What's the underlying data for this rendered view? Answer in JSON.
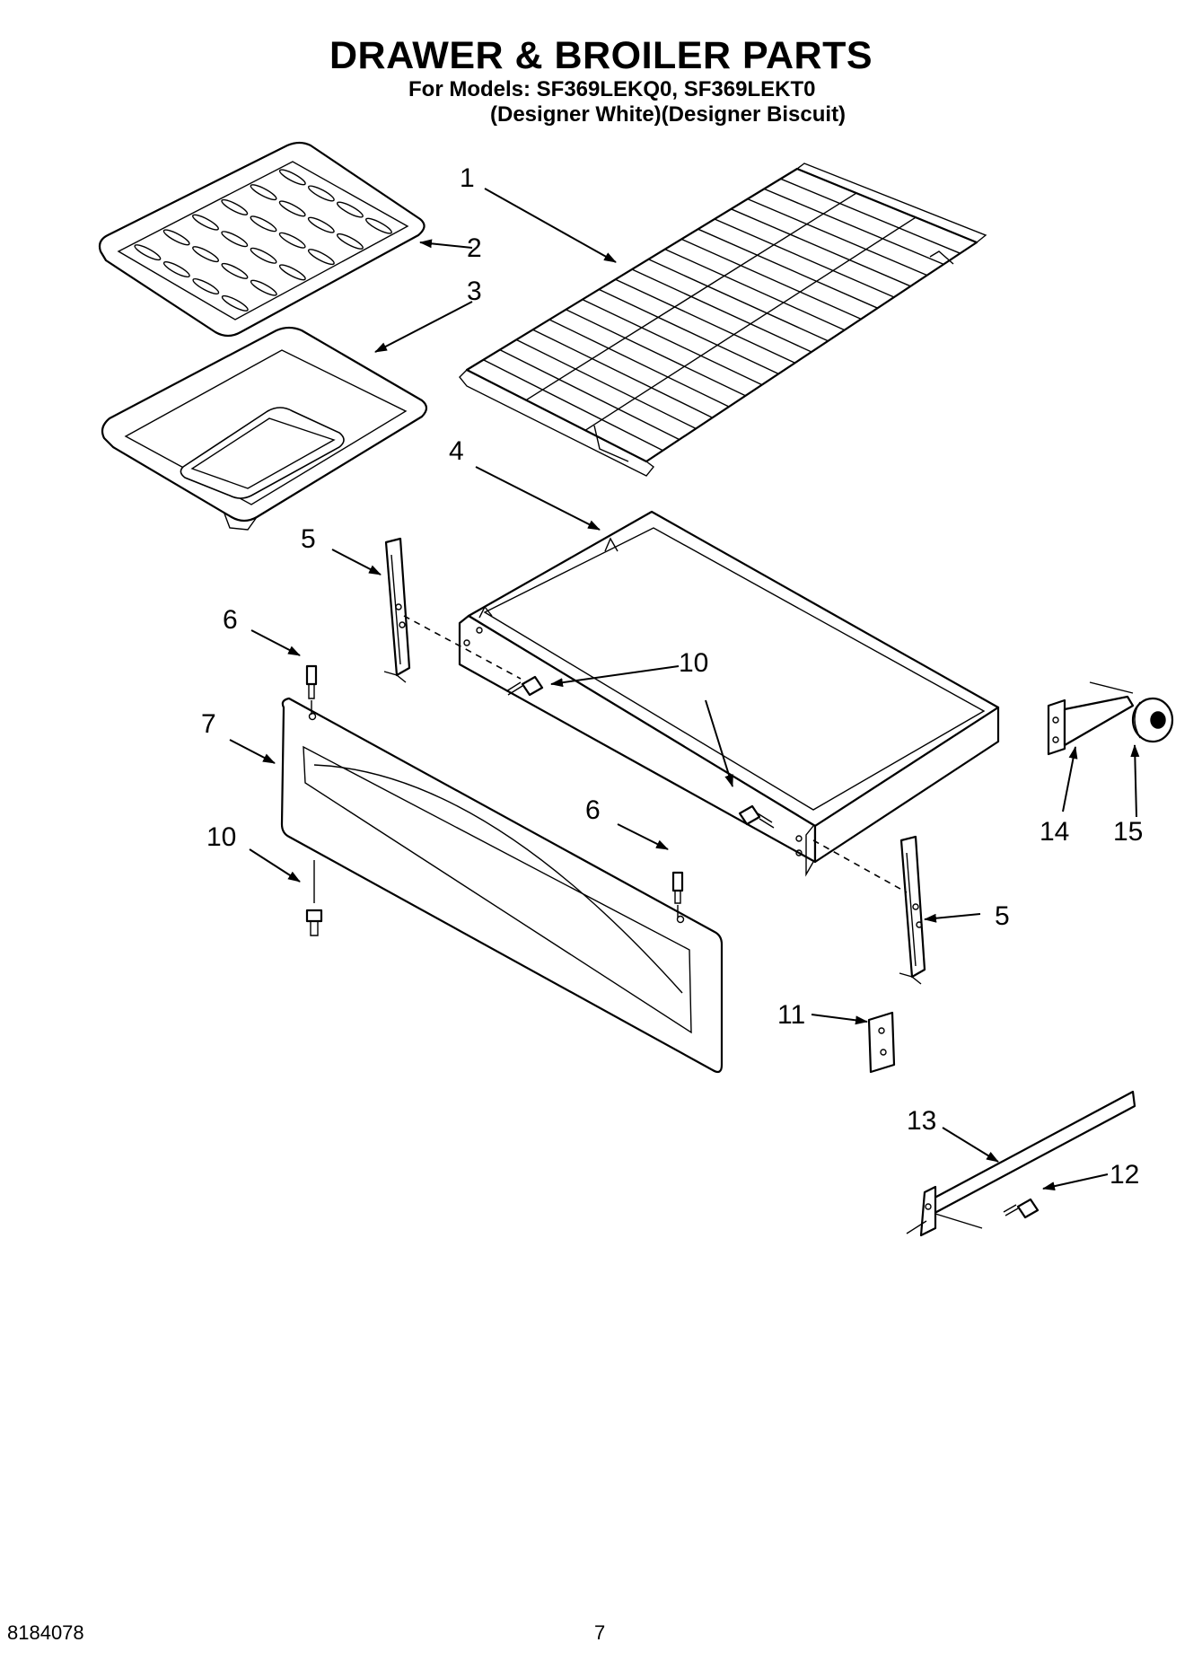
{
  "header": {
    "title": "DRAWER & BROILER PARTS",
    "models": "For Models: SF369LEKQ0, SF369LEKT0",
    "variants": "(Designer White)(Designer Biscuit)"
  },
  "footer": {
    "doc_number": "8184078",
    "page_number": "7"
  },
  "callouts": {
    "c1": "1",
    "c2": "2",
    "c3": "3",
    "c4": "4",
    "c5a": "5",
    "c5b": "5",
    "c6a": "6",
    "c6b": "6",
    "c7": "7",
    "c10a": "10",
    "c10b": "10",
    "c11": "11",
    "c12": "12",
    "c13": "13",
    "c14": "14",
    "c15": "15"
  }
}
